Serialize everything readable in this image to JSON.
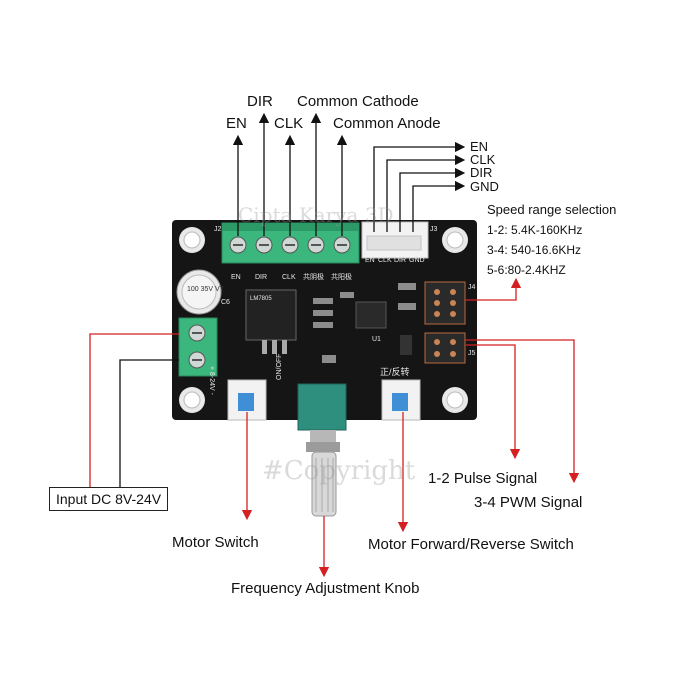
{
  "labels": {
    "en_top": "EN",
    "dir_top": "DIR",
    "clk_top": "CLK",
    "common_cathode": "Common Cathode",
    "common_anode": "Common Anode",
    "header_en": "EN",
    "header_clk": "CLK",
    "header_dir": "DIR",
    "header_gnd": "GND",
    "speed_title": "Speed range selection",
    "speed_1_2": "1-2: 5.4K-160KHz",
    "speed_3_4": "3-4: 540-16.6KHz",
    "speed_5_6": "5-6:80-2.4KHZ",
    "pulse_signal": "1-2 Pulse Signal",
    "pwm_signal": "3-4 PWM Signal",
    "input_dc": "Input DC 8V-24V",
    "motor_switch": "Motor Switch",
    "motor_dir_switch": "Motor Forward/Reverse Switch",
    "freq_knob": "Frequency Adjustment Knob"
  },
  "silkscreen": {
    "term_en": "EN",
    "term_dir": "DIR",
    "term_clk": "CLK",
    "term_cc": "共阴极",
    "term_ca": "共阳极",
    "hdr_en": "EN",
    "hdr_clk": "CLK",
    "hdr_dir": "DIR",
    "hdr_gnd": "GND",
    "power": "+ 8-24V -",
    "on_off": "ON/OFF",
    "fwd_rev": "正/反转",
    "cap": "100 35V VT",
    "j2": "J2",
    "j3": "J3",
    "c6": "C6",
    "u1": "U1",
    "j4": "J4",
    "j5": "J5",
    "reg": "LM7805"
  },
  "watermarks": {
    "top": "Cipta Karya 3D",
    "center": "#Copyright"
  },
  "colors": {
    "board": "#141414",
    "terminal_green": "#3bb77e",
    "arrow_red": "#d42020",
    "line_black": "#111111",
    "switch_blue": "#3e8fd6",
    "knob_teal": "#2f8f7f"
  }
}
